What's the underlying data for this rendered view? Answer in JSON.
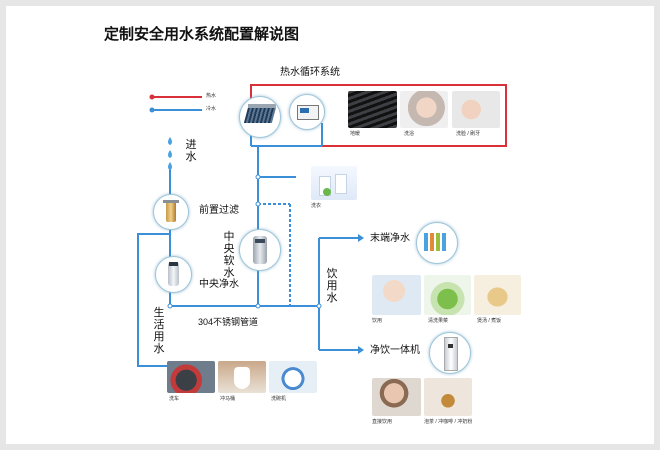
{
  "title": "定制安全用水系统配置解说图",
  "legend": {
    "hot": "热水",
    "cold": "冷水",
    "hot_color": "#d9303a",
    "cold_color": "#2a7fd0"
  },
  "labels": {
    "hot_loop": "热水循环系统",
    "inlet": "进水",
    "prefilter": "前置过滤",
    "softener": "中央软水",
    "purifier": "中央净水",
    "living_water": "生活用水",
    "pipe": "304不锈钢管道",
    "drinking_water": "饮用水",
    "terminal_purifier": "末端净水",
    "dispenser": "净饮一体机"
  },
  "captions": {
    "floor_heating": "地暖",
    "bath": "洗浴",
    "face_teeth": "洗脸 / 刷牙",
    "laundry": "洗衣",
    "drink": "饮用",
    "wash_veg": "清洗果菜",
    "cook": "煲汤 / 煮饭",
    "car_wash": "洗车",
    "toilet": "冲马桶",
    "dishes": "洗碗机",
    "direct_drink": "直接饮用",
    "tea_coffee": "泡茶 / 冲咖啡 / 冲奶粉"
  }
}
